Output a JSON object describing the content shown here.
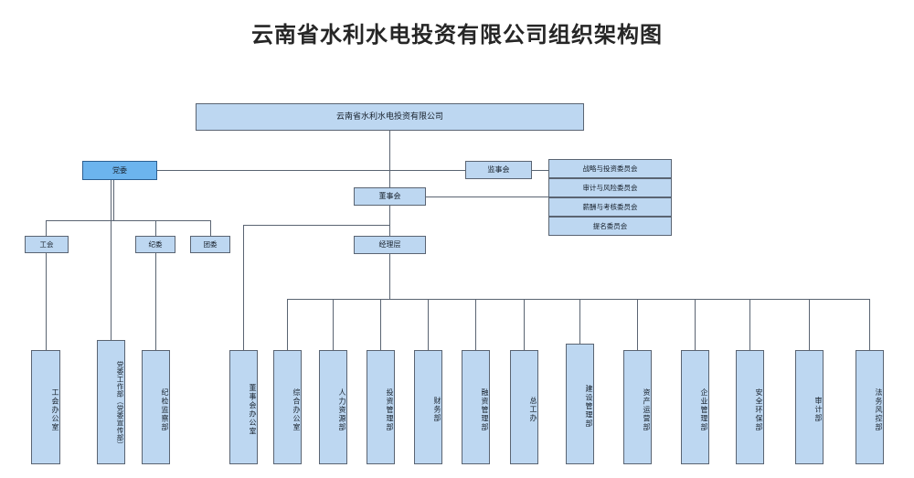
{
  "title": "云南省水利水电投资有限公司组织架构图",
  "colors": {
    "node_fill": "#bdd7f1",
    "node_accent_fill": "#6cb4ee",
    "node_border": "#5a6472",
    "line": "#5a6472",
    "title_color": "#262626",
    "background": "#ffffff"
  },
  "nodes": {
    "company": "云南省水利水电投资有限公司",
    "party_committee": "党委",
    "board_of_supervisors": "监事会",
    "board_of_directors": "董事会",
    "management": "经理层",
    "labor_union": "工会",
    "discipline_committee": "纪委",
    "youth_league": "团委"
  },
  "committees": [
    "战略与投资委员会",
    "审计与风险委员会",
    "薪酬与考核委员会",
    "提名委员会"
  ],
  "party_departments": [
    "工会办公室",
    "党委工作部（党委宣传部）",
    "纪检监察部"
  ],
  "departments": [
    "董事会办公室",
    "综合办公室",
    "人力资源部",
    "投资管理部",
    "财务部",
    "融资管理部",
    "总工办",
    "建设管理部",
    "资产运营部",
    "企业管理部",
    "安全环保部",
    "审计部",
    "法务风控部"
  ]
}
